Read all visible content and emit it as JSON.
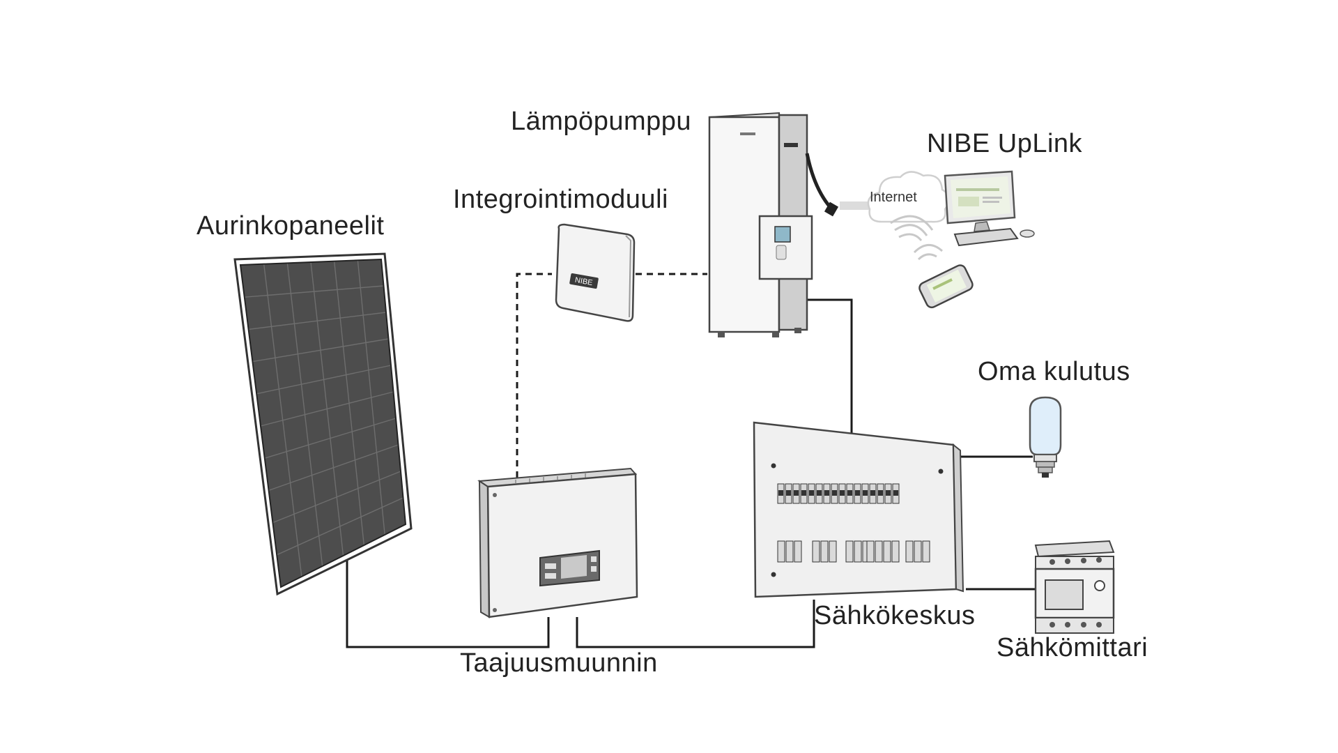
{
  "labels": {
    "solar_panels": "Aurinkopaneelit",
    "integration_module": "Integrointimoduuli",
    "heat_pump": "Lämpöpumppu",
    "uplink": "NIBE UpLink",
    "internet": "Internet",
    "own_consumption": "Oma kulutus",
    "distribution_board": "Sähkökeskus",
    "electricity_meter": "Sähkömittari",
    "inverter": "Taajuusmuunnin"
  },
  "brand": "NIBE",
  "colors": {
    "line": "#1a1a1a",
    "panel_cell": "#4a4a4a",
    "device_body": "#f1f1f1",
    "outline": "#555555",
    "bulb": "#dfeefa",
    "internet_cloud": "#e6e6e6"
  },
  "connections": [
    {
      "from": "solar_panels",
      "to": "inverter",
      "style": "solid"
    },
    {
      "from": "inverter",
      "to": "distribution_board",
      "style": "solid"
    },
    {
      "from": "inverter",
      "to": "integration_module",
      "style": "dashed"
    },
    {
      "from": "integration_module",
      "to": "heat_pump",
      "style": "dashed"
    },
    {
      "from": "heat_pump",
      "to": "distribution_board",
      "style": "solid"
    },
    {
      "from": "distribution_board",
      "to": "own_consumption",
      "style": "solid"
    },
    {
      "from": "distribution_board",
      "to": "electricity_meter",
      "style": "solid"
    },
    {
      "from": "heat_pump",
      "to": "uplink",
      "style": "internet"
    }
  ],
  "icons": [
    "solar-panel-icon",
    "integration-module-icon",
    "heat-pump-icon",
    "internet-cloud-icon",
    "computer-icon",
    "smartphone-icon",
    "wifi-icon",
    "light-bulb-icon",
    "distribution-board-icon",
    "electricity-meter-icon",
    "inverter-icon"
  ]
}
